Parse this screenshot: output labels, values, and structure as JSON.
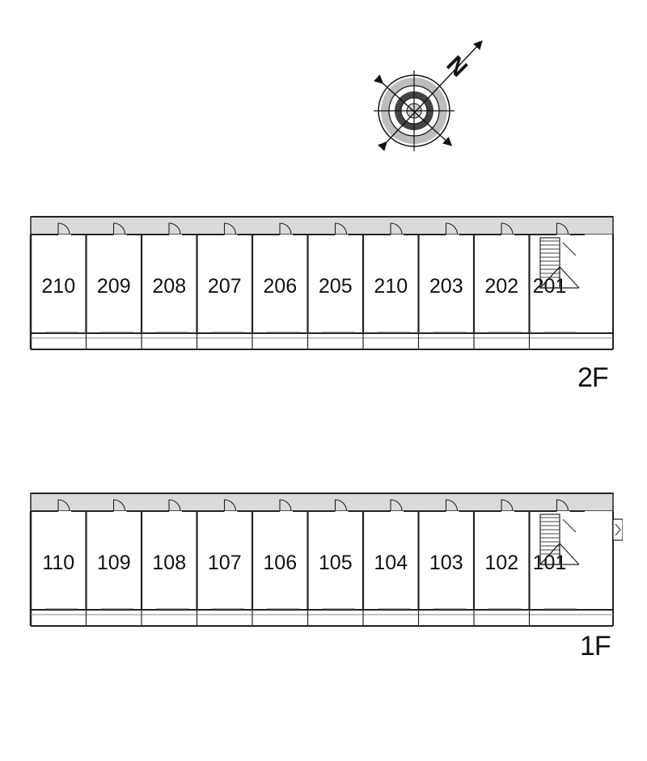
{
  "compass": {
    "north_label": "N"
  },
  "floors": [
    {
      "label": "2F",
      "units": [
        "210",
        "209",
        "208",
        "207",
        "206",
        "205",
        "210",
        "203",
        "202",
        "201"
      ]
    },
    {
      "label": "1F",
      "units": [
        "110",
        "109",
        "108",
        "107",
        "106",
        "105",
        "104",
        "103",
        "102",
        "101"
      ]
    }
  ]
}
